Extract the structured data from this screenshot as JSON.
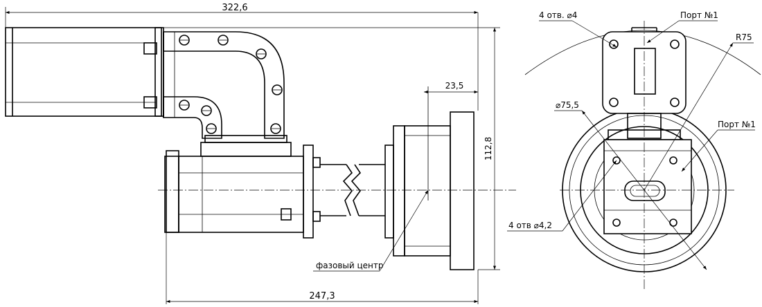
{
  "dimensions": {
    "overall_length": "322,6",
    "offset": "23,5",
    "height": "112,8",
    "bottom_length": "247,3",
    "radius": "R75",
    "diameter": "⌀75,5",
    "holes_top": "4 отв. ⌀4",
    "holes_bottom": "4 отв ⌀4,2"
  },
  "labels": {
    "port_top": "Порт №1",
    "port_side": "Порт №1",
    "phase_center": "фазовый центр"
  }
}
